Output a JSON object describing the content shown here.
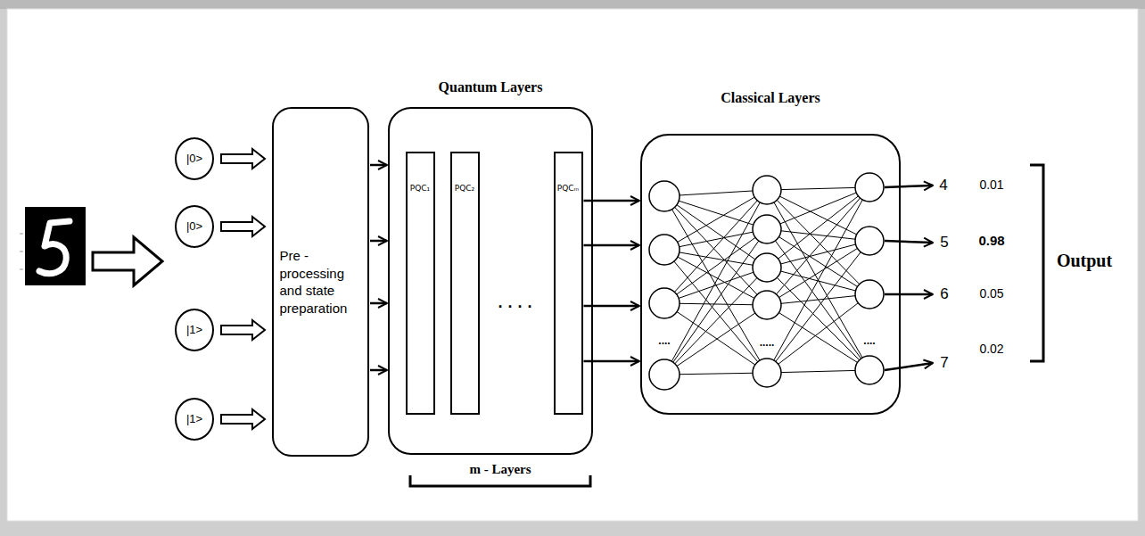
{
  "diagram": {
    "nodes": [
      {
        "text": [
          "|0>"
        ]
      },
      {
        "text": [
          "|0>"
        ]
      },
      {
        "text": [
          "|1>"
        ]
      },
      {
        "text": [
          "|1>"
        ]
      },
      {
        "text": [
          "Pre - processing and state preparation"
        ]
      },
      {
        "text": [
          "Quantum Layers"
        ]
      },
      {
        "text": [
          "PQC₁"
        ],
        "in": 5
      },
      {
        "text": [
          "PQC₂"
        ],
        "in": 5
      },
      {
        "text": [
          "PQCₘ"
        ],
        "in": 5
      },
      {
        "text": [
          "Classical Layers"
        ]
      }
    ],
    "edges": [
      {
        "from": 0,
        "to": 4,
        "arrow": "to"
      },
      {
        "from": 1,
        "to": 4,
        "arrow": "to"
      },
      {
        "from": 2,
        "to": 4,
        "arrow": "to"
      },
      {
        "from": 3,
        "to": 4,
        "arrow": "to"
      },
      {
        "from": 4,
        "to": 5,
        "arrow": "to"
      },
      {
        "from": 4,
        "to": 5,
        "arrow": "to"
      },
      {
        "from": 4,
        "to": 5,
        "arrow": "to"
      },
      {
        "from": 4,
        "to": 5,
        "arrow": "to"
      },
      {
        "from": 8,
        "to": 9,
        "arrow": "to"
      },
      {
        "from": 8,
        "to": 9,
        "arrow": "to"
      },
      {
        "from": 8,
        "to": 9,
        "arrow": "to"
      },
      {
        "from": 8,
        "to": 9,
        "arrow": "to"
      }
    ],
    "labels": [
      "· · · ·",
      "m - Layers",
      "....",
      ".....",
      "....",
      "4",
      "5",
      "6",
      "7",
      "0.01",
      "0.98",
      "0.05",
      "0.02",
      "Output"
    ]
  }
}
